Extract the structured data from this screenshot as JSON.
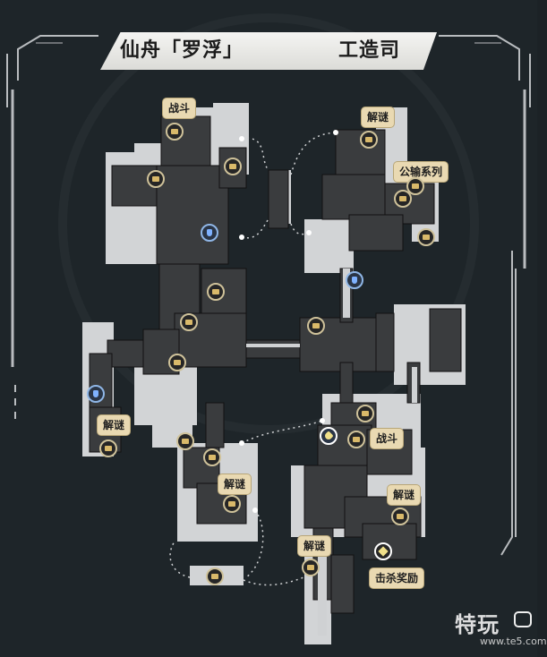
{
  "header": {
    "area": "仙舟「罗浮」",
    "zone": "工造司"
  },
  "labels": [
    {
      "key": "battle_1",
      "text": "战斗"
    },
    {
      "key": "puzzle_1",
      "text": "解谜"
    },
    {
      "key": "synthesis",
      "text": "公输系列"
    },
    {
      "key": "puzzle_2",
      "text": "解谜"
    },
    {
      "key": "battle_2",
      "text": "战斗"
    },
    {
      "key": "puzzle_3",
      "text": "解谜"
    },
    {
      "key": "puzzle_4",
      "text": "解谜"
    },
    {
      "key": "puzzle_5",
      "text": "解谜"
    },
    {
      "key": "kill_reward",
      "text": "击杀奖励"
    }
  ],
  "watermark": {
    "brand": "特玩",
    "url": "www.te5.com"
  },
  "colors": {
    "background": "#1c2226",
    "floor_dark": "#3a3c3e",
    "floor_light": "#d2d4d6",
    "label_bg": "#e9d9b2",
    "frame": "#b9bcbf",
    "chest_marker": "#d9b96a",
    "blue_marker": "#7fb2ff"
  }
}
